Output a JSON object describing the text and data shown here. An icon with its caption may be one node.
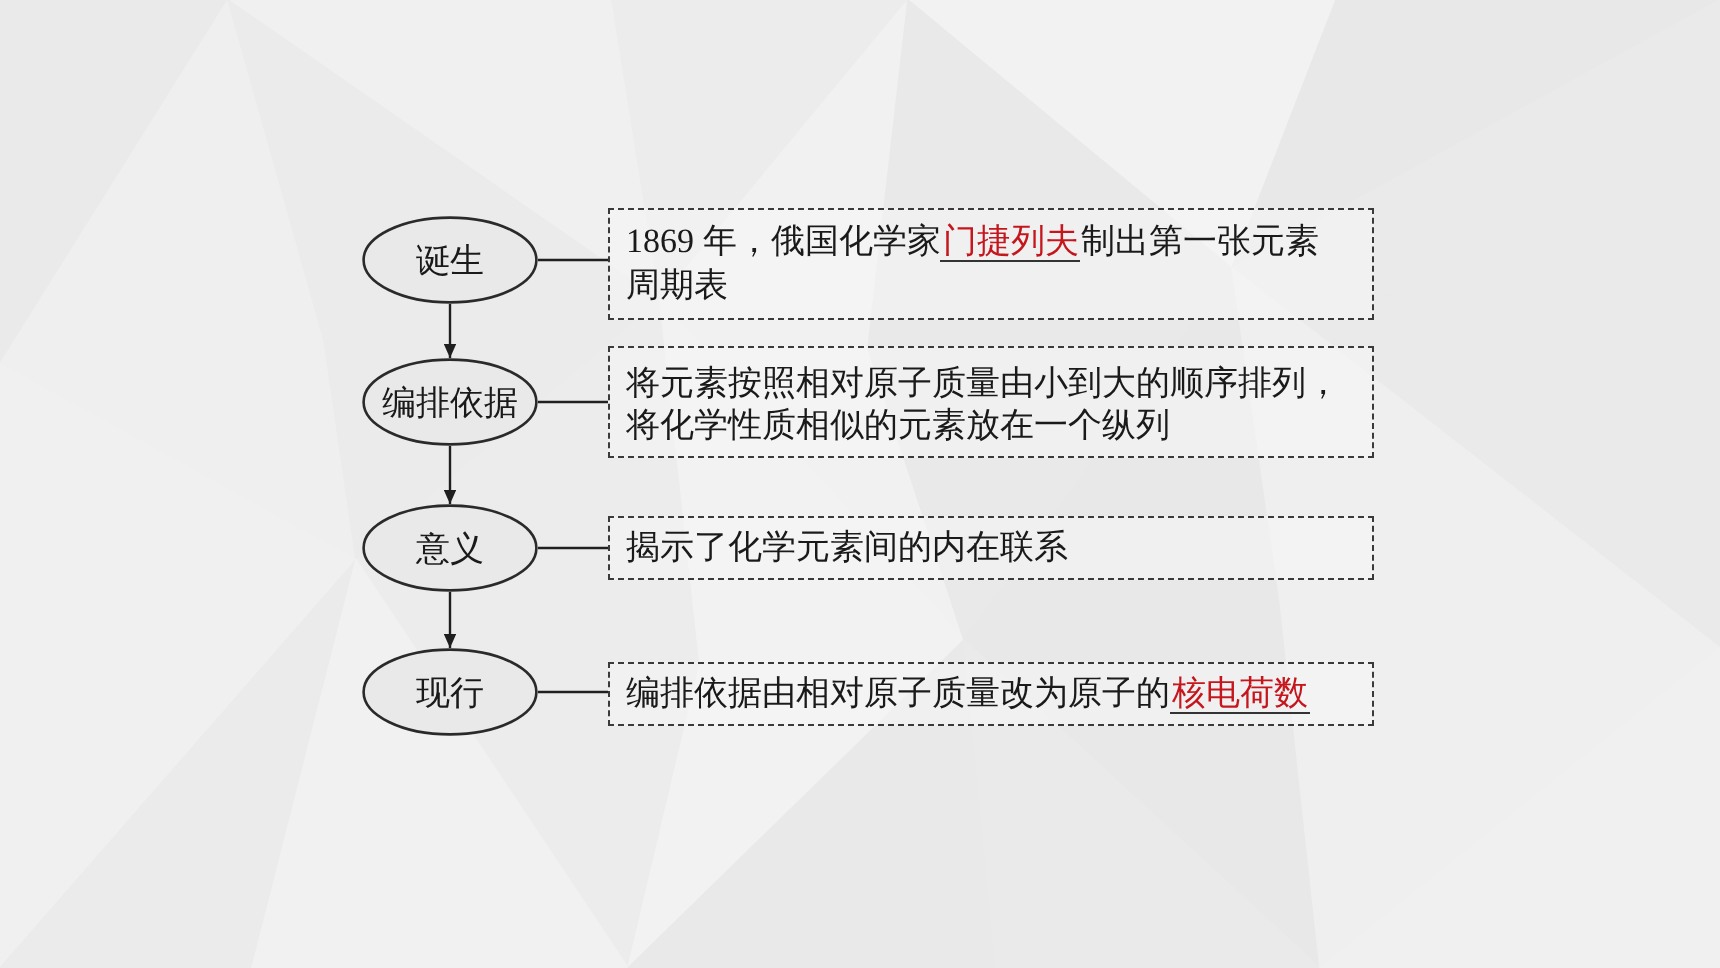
{
  "diagram": {
    "nodes": [
      {
        "text": [
          "诞生"
        ]
      },
      {
        "text": [
          "1869 年，俄国化学家**门捷列夫**制出第一张元素周期表"
        ]
      },
      {
        "text": [
          "编排依据"
        ]
      },
      {
        "text": [
          "将元素按照相对原子质量由小到大的顺序排列，将化学性质相似的元素放在一个纵列"
        ]
      },
      {
        "text": [
          "意义"
        ]
      },
      {
        "text": [
          "揭示了化学元素间的内在联系"
        ]
      },
      {
        "text": [
          "现行"
        ]
      },
      {
        "text": [
          "编排依据由相对原子质量改为原子的**核电荷数**"
        ]
      }
    ],
    "edges": [
      {
        "from": 0,
        "to": 1,
        "arrow": "none"
      },
      {
        "from": 0,
        "to": 2,
        "arrow": "to"
      },
      {
        "from": 2,
        "to": 3,
        "arrow": "none"
      },
      {
        "from": 2,
        "to": 4,
        "arrow": "to"
      },
      {
        "from": 4,
        "to": 5,
        "arrow": "none"
      },
      {
        "from": 4,
        "to": 6,
        "arrow": "to"
      },
      {
        "from": 6,
        "to": 7,
        "arrow": "none"
      }
    ]
  }
}
